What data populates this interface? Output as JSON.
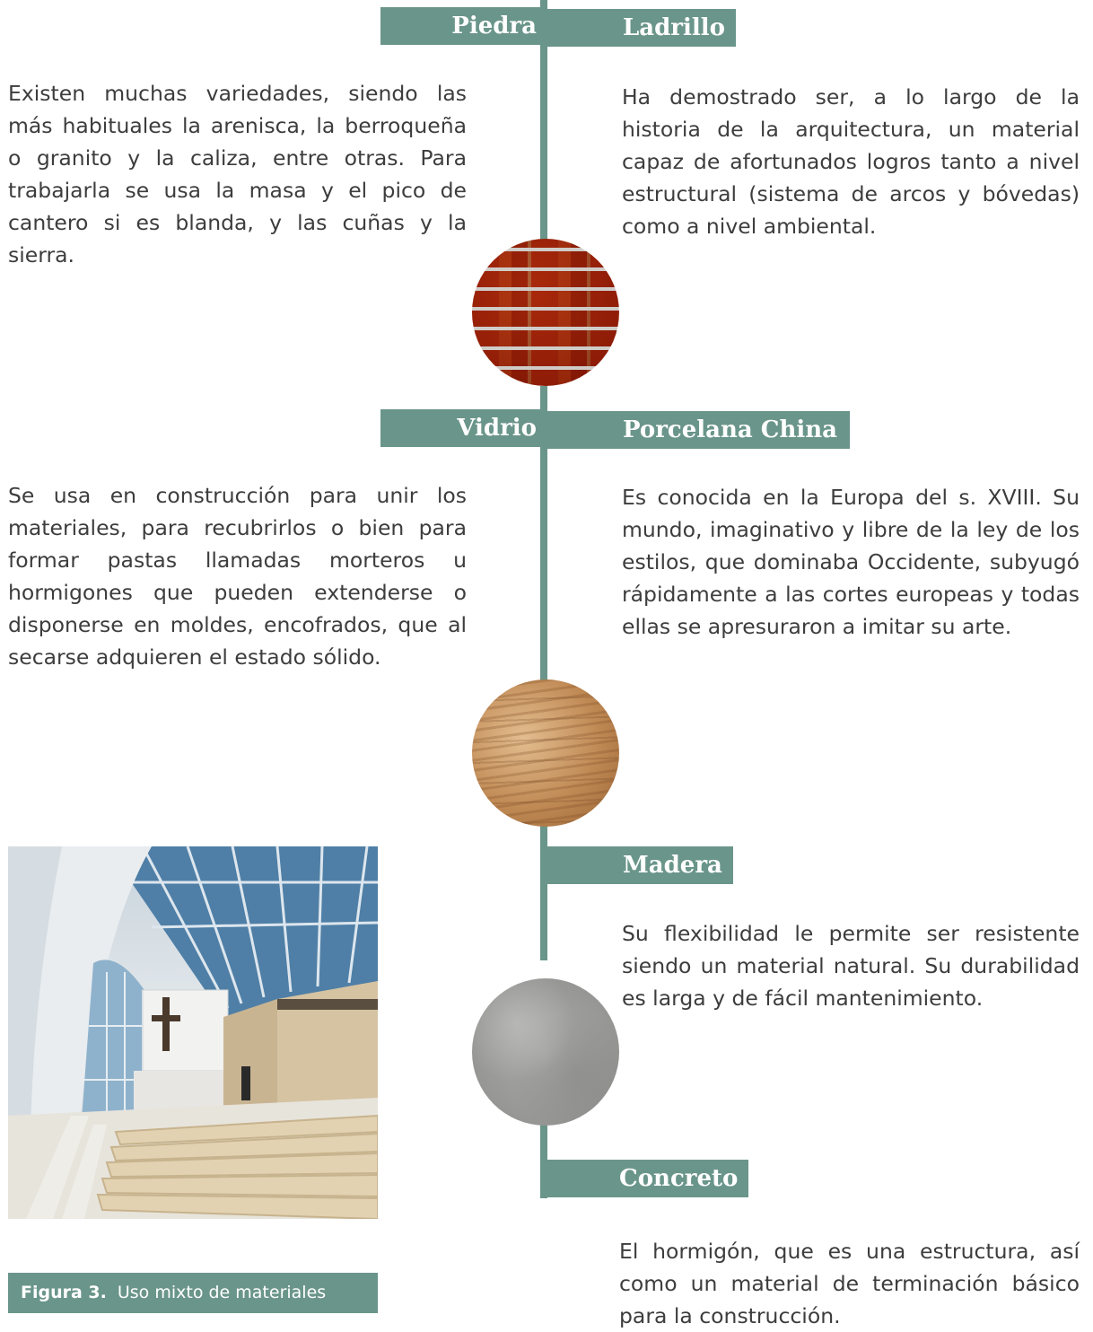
{
  "sections": [
    {
      "label": "Piedra",
      "text": "Existen muchas variedades, siendo las más habituales la arenisca, la berroqueña o granito y la caliza, entre otras. Para trabajarla se usa la masa y el pico de cantero si es blanda, y las cuñas y la sierra."
    },
    {
      "label": "Ladrillo",
      "text": "Ha demostrado ser, a lo largo de la historia de la arquitectura, un material capaz de afortunados logros tanto a nivel estructural (sistema de arcos y bóvedas) como a nivel ambiental."
    },
    {
      "label": "Vidrio",
      "text": "Se usa en construcción para unir los materiales, para recubrirlos o bien para formar pastas llamadas morteros u hormigones que pueden extenderse o disponerse en moldes, encofrados, que al secarse adquieren el estado sólido."
    },
    {
      "label": "Porcelana China",
      "text": "Es conocida en la Europa del s. XVIII. Su mundo, imaginativo y libre de la ley de los estilos, que dominaba Occidente, subyugó rápidamente a las cortes europeas y todas ellas se apresuraron a imitar su arte."
    },
    {
      "label": "Madera",
      "text": "Su flexibilidad le permite ser resistente siendo un material natural. Su durabilidad es larga y de fácil mantenimiento."
    },
    {
      "label": "Concreto",
      "text": "El hormigón, que es una estructura, así como un material de terminación básico para la construcción."
    }
  ],
  "figure": {
    "number": "Figura 3.",
    "caption": "Uso mixto de materiales"
  },
  "colors": {
    "accent": "#6a958a",
    "text": "#3d3d3d"
  }
}
